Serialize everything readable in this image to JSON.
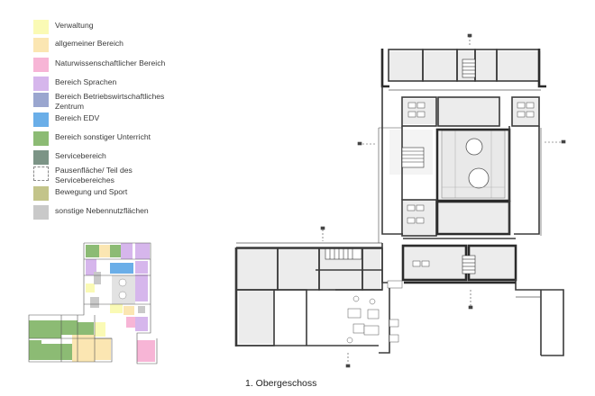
{
  "legend": [
    {
      "label": "Verwaltung",
      "color": "#fafab5",
      "dashed": false
    },
    {
      "label": "allgemeiner Bereich",
      "color": "#fbe6b2",
      "dashed": false
    },
    {
      "label": "Naturwissenschaftlicher Bereich",
      "color": "#f7b5d6",
      "dashed": false
    },
    {
      "label": "Bereich Sprachen",
      "color": "#d6b6ec",
      "dashed": false
    },
    {
      "label": "Bereich Betriebswirtschaftliches Zentrum",
      "color": "#9aa6cf",
      "dashed": false
    },
    {
      "label": "Bereich EDV",
      "color": "#6aaee8",
      "dashed": false
    },
    {
      "label": "Bereich sonstiger Unterricht",
      "color": "#8cbb74",
      "dashed": false
    },
    {
      "label": "Servicebereich",
      "color": "#7c9486",
      "dashed": false
    },
    {
      "label": "Pausenfläche/ Teil des Servicebereiches",
      "color": "#ffffff",
      "dashed": true
    },
    {
      "label": "Bewegung und Sport",
      "color": "#c3c48a",
      "dashed": false
    },
    {
      "label": "sonstige Nebennutzflächen",
      "color": "#c9c9c9",
      "dashed": false
    }
  ],
  "caption": "1. Obergeschoss"
}
